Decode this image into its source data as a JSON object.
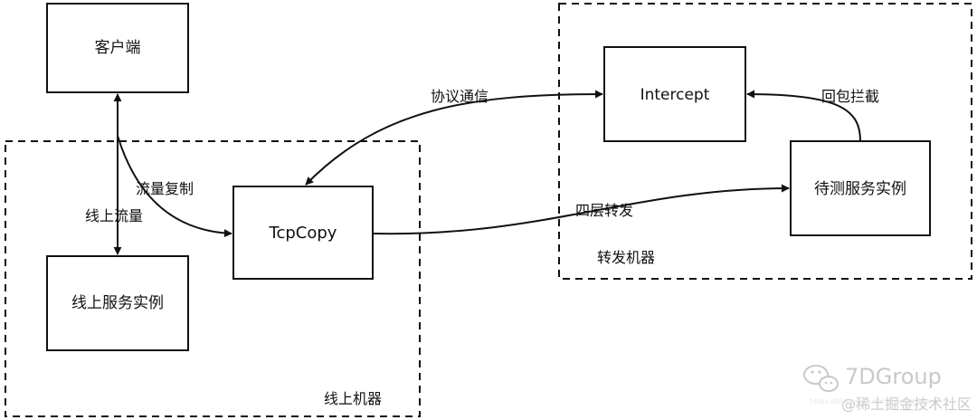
{
  "diagram": {
    "groups": {
      "online_machine": "线上机器",
      "forward_machine": "转发机器"
    },
    "nodes": {
      "client": "客户端",
      "online_service": "线上服务实例",
      "tcpcopy": "TcpCopy",
      "intercept": "Intercept",
      "service_under_test": "待测服务实例"
    },
    "edges": {
      "online_traffic": "线上流量",
      "traffic_copy": "流量复制",
      "protocol_comm": "协议通信",
      "layer4_forward": "四层转发",
      "response_intercept": "回包拦截"
    }
  },
  "watermark": {
    "brand": "7DGroup",
    "community": "@稀土掘金技术社区",
    "faint_url": "https://blog.csdn.net/zhangzhiwei"
  },
  "colors": {
    "stroke": "#111111",
    "text": "#111111",
    "watermark": "#c9c9c9"
  }
}
